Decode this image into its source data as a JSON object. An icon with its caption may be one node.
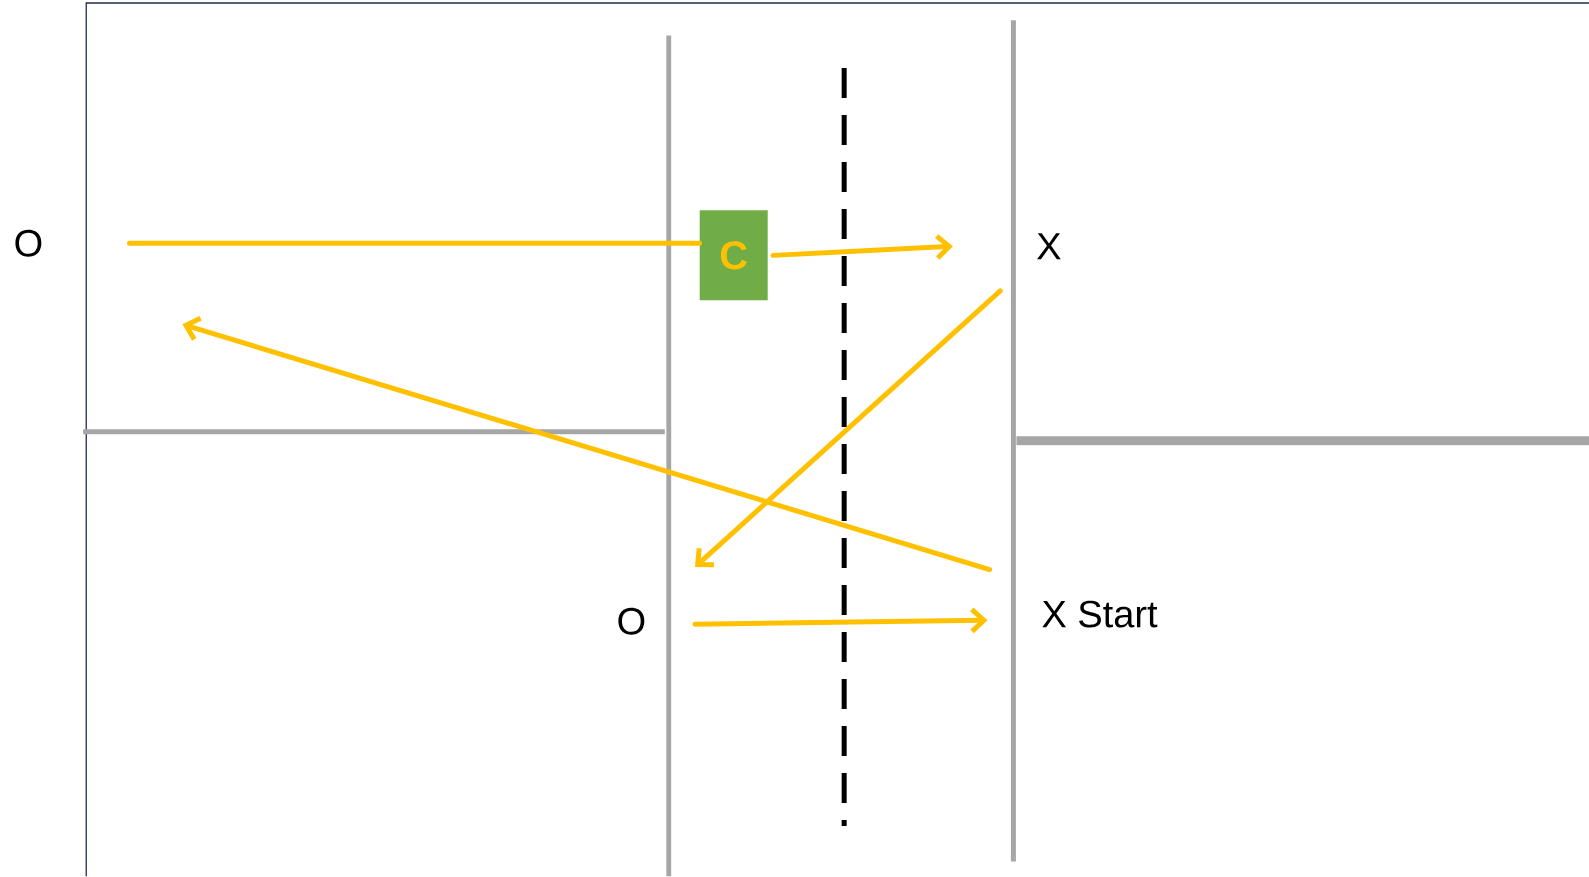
{
  "diagram": {
    "nodes": [
      {
        "text": [
          "O"
        ]
      },
      {
        "text": [
          "C"
        ]
      },
      {
        "text": [
          "X"
        ]
      },
      {
        "text": [
          "O"
        ]
      },
      {
        "text": [
          "X Start"
        ]
      }
    ],
    "edges": [
      {
        "from": 0,
        "to": 1,
        "arrow": "none"
      },
      {
        "from": 1,
        "to": 2,
        "arrow": "to"
      },
      {
        "from": 2,
        "to": 3,
        "arrow": "to"
      },
      {
        "from": 4,
        "to": null,
        "arrow": "to"
      },
      {
        "from": 3,
        "to": 4,
        "arrow": "to"
      }
    ]
  }
}
